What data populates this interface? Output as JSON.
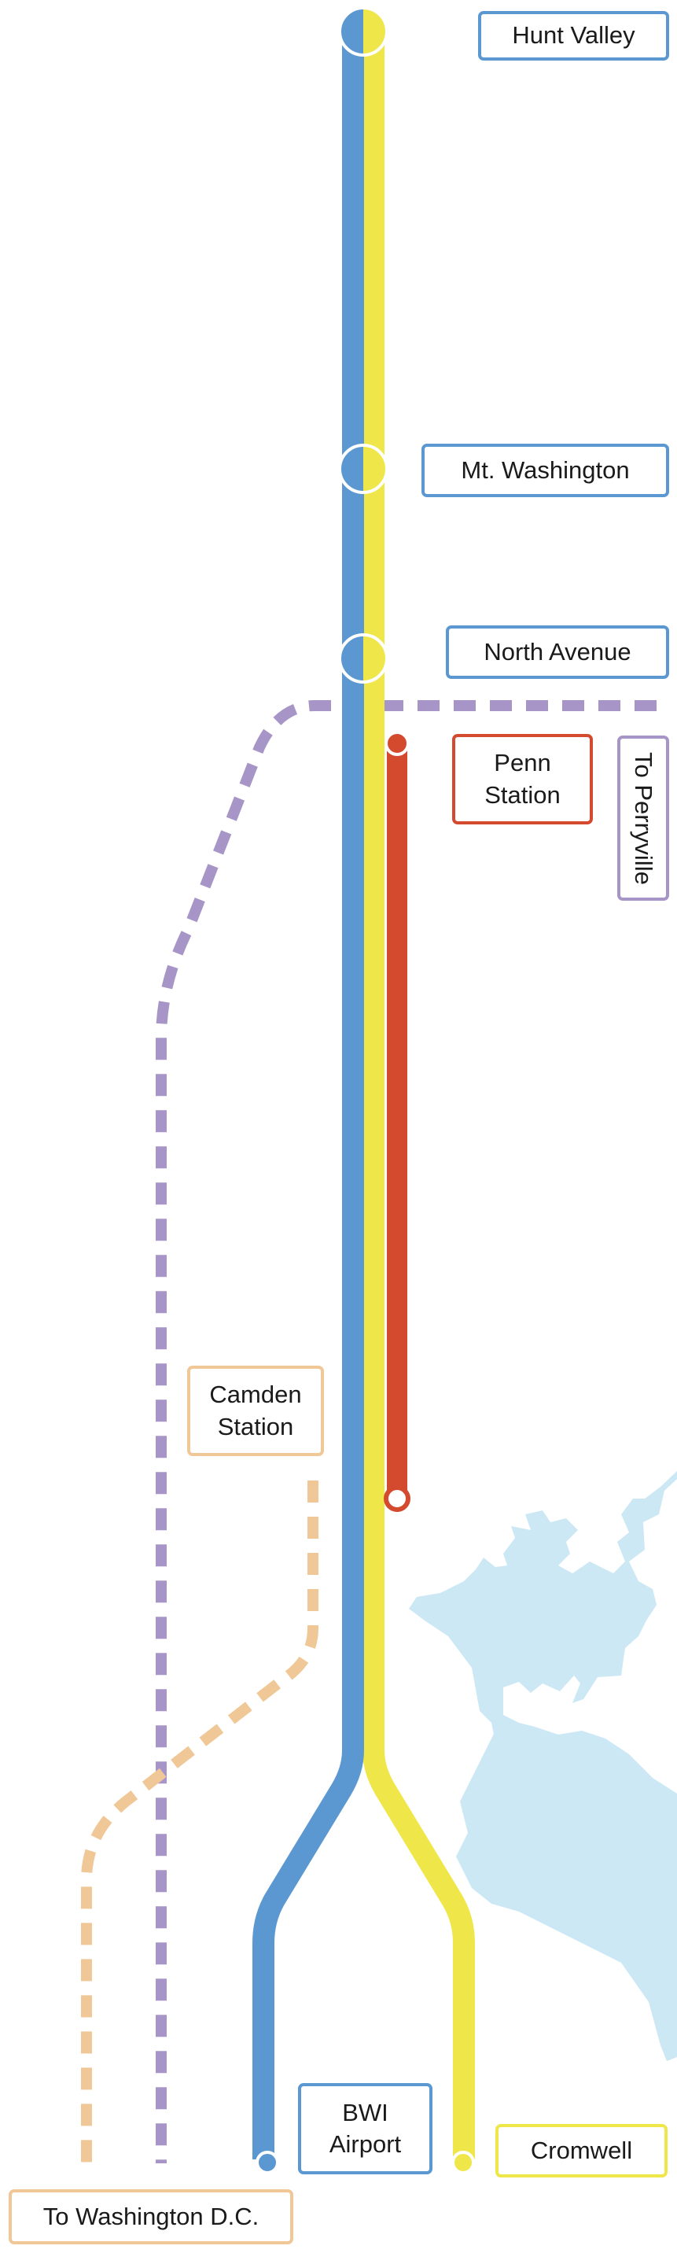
{
  "colors": {
    "light_rail_hunt_valley_bwi": "#5b98d2",
    "light_rail_cromwell": "#efe74a",
    "penn_station_shuttle": "#d44a2f",
    "marc_penn_line": "#a895c7",
    "marc_camden_line": "#f0c897",
    "water": "#cde8f5",
    "background": "#ffffff"
  },
  "stations": {
    "hunt_valley": "Hunt Valley",
    "mt_washington": "Mt. Washington",
    "north_avenue": "North Avenue",
    "penn_station": "Penn\nStation",
    "camden_station": "Camden\nStation",
    "bwi_airport": "BWI\nAirport",
    "cromwell": "Cromwell"
  },
  "connections": {
    "to_perryville": "To Perryville",
    "to_washington_dc": "To Washington D.C."
  }
}
